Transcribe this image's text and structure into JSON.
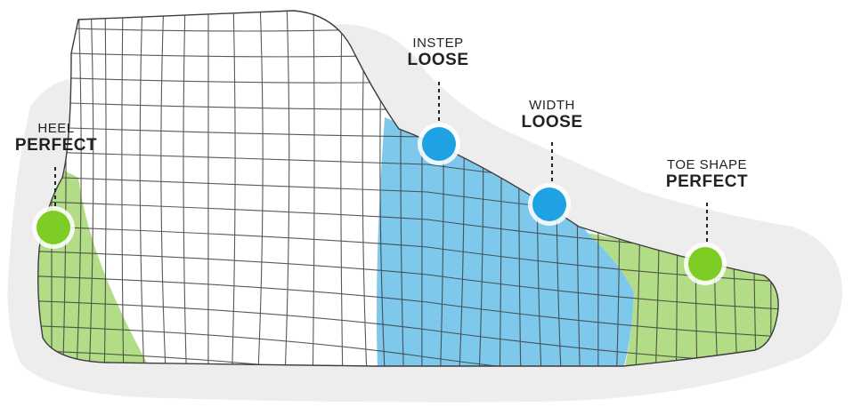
{
  "zones": [
    {
      "id": "heel",
      "label": "HEEL",
      "status": "PERFECT",
      "status_color": "#7dcd24"
    },
    {
      "id": "instep",
      "label": "INSTEP",
      "status": "LOOSE",
      "status_color": "#1ea2e3"
    },
    {
      "id": "width",
      "label": "WIDTH",
      "status": "LOOSE",
      "status_color": "#1ea2e3"
    },
    {
      "id": "toe",
      "label": "TOE SHAPE",
      "status": "PERFECT",
      "status_color": "#7dcd24"
    }
  ],
  "colors": {
    "background_blob": "#ededed",
    "shoe_fill": "#ffffff",
    "mesh_line": "#3c3c3c",
    "green_region": "#b3dc86",
    "blue_region": "#7ec8ec",
    "marker_green": "#7dcd24",
    "marker_blue": "#1ea2e3"
  }
}
